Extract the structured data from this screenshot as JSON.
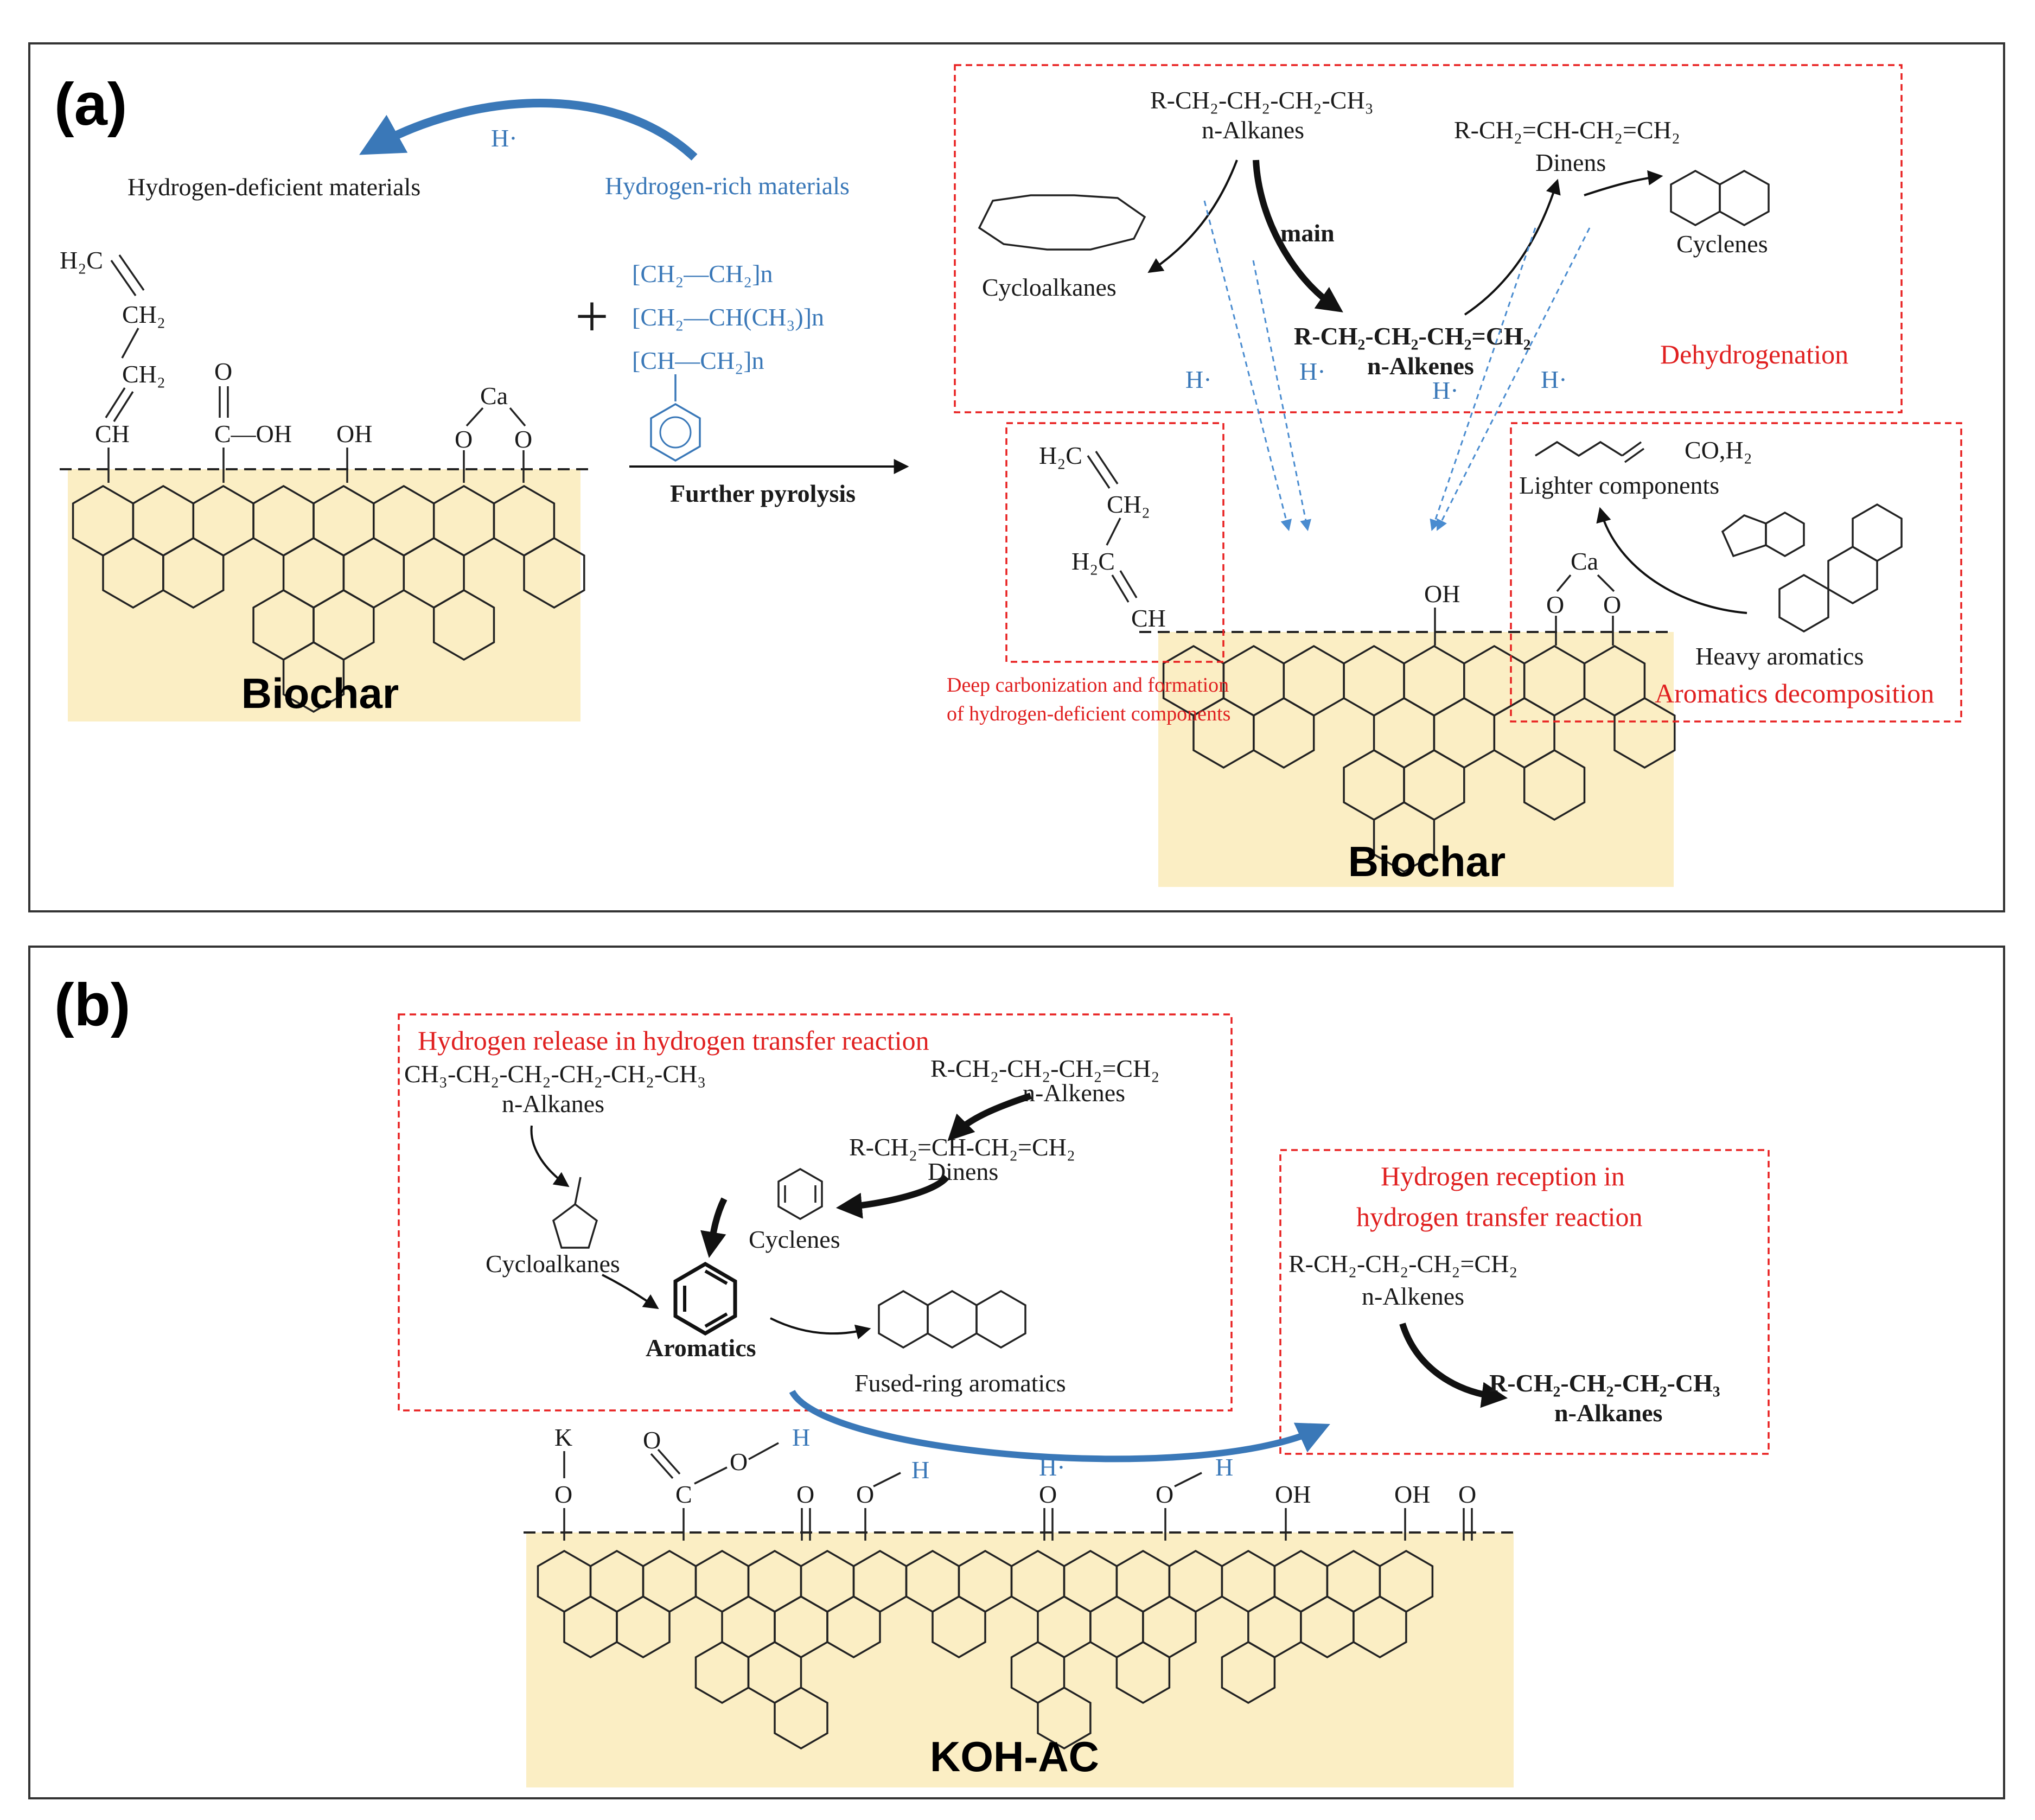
{
  "panel_a": {
    "tag": "(a)",
    "hydrogen_arrow_label": "H·",
    "hydrogen_deficient": "Hydrogen-deficient materials",
    "hydrogen_rich": "Hydrogen-rich materials",
    "biochar_left": "Biochar",
    "biochar_right": "Biochar",
    "polymer_1": "[CH₂—CH₂]n",
    "polymer_2": "[CH₂—CH(CH₃)]n",
    "polymer_3": "[CH—CH₂]n",
    "further_pyrolysis": "Further pyrolysis",
    "left_frag": {
      "h2c": "H₂C",
      "ch2a": "CH₂",
      "ch2b": "CH₂",
      "ch": "CH",
      "o": "O",
      "coh": "C—OH",
      "oh": "OH",
      "ca": "Ca",
      "o1": "O",
      "o2": "O"
    },
    "dehydrogenation_box": {
      "alkanes_formula": "R-CH₂-CH₂-CH₂-CH₃",
      "alkanes_name": "n-Alkanes",
      "dinens_formula": "R-CH₂=CH-CH₂=CH₂",
      "dinens_name": "Dinens",
      "cyclenes": "Cyclenes",
      "cycloalkanes": "Cycloalkanes",
      "main": "main",
      "alkenes_formula": "R-CH₂-CH₂-CH₂=CH₂",
      "alkenes_name": "n-Alkenes",
      "title": "Dehydrogenation",
      "h_labels": [
        "H·",
        "H·",
        "H·",
        "H·"
      ]
    },
    "deep_box": {
      "h2c": "H₂C",
      "ch2": "CH₂",
      "h2c2": "H₂C",
      "ch": "CH",
      "caption_1": "Deep carbonization and formation",
      "caption_2": "of hydrogen-deficient components"
    },
    "aromatics_box": {
      "co_h2": "CO,H₂",
      "lighter": "Lighter components",
      "heavy": "Heavy aromatics",
      "title": "Aromatics decomposition",
      "oh": "OH",
      "ca": "Ca",
      "o1": "O",
      "o2": "O"
    }
  },
  "panel_b": {
    "tag": "(b)",
    "release_box": {
      "title": "Hydrogen release in hydrogen transfer reaction",
      "hexane": "CH₃-CH₂-CH₂-CH₂-CH₂-CH₃",
      "alkanes_name": "n-Alkanes",
      "alkenes_formula": "R-CH₂-CH₂-CH₂=CH₂",
      "alkenes_name": "n-Alkenes",
      "dinens_formula": "R-CH₂=CH-CH₂=CH₂",
      "dinens_name": "Dinens",
      "cyclenes": "Cyclenes",
      "cycloalkanes": "Cycloalkanes",
      "aromatics": "Aromatics",
      "fused": "Fused-ring aromatics"
    },
    "reception_box": {
      "title_1": "Hydrogen reception in",
      "title_2": "hydrogen transfer reaction",
      "alkenes_formula": "R-CH₂-CH₂-CH₂=CH₂",
      "alkenes_name": "n-Alkenes",
      "alkanes_formula": "R-CH₂-CH₂-CH₂-CH₃",
      "alkanes_name": "n-Alkanes"
    },
    "surface": {
      "k": "K",
      "o": "O",
      "c": "C",
      "h": "H",
      "oh": "OH",
      "h_dot": "H·"
    },
    "base": "KOH-AC"
  },
  "colors": {
    "sand": "#fbeec4",
    "red": "#e02020",
    "blue": "#3a78b8"
  }
}
